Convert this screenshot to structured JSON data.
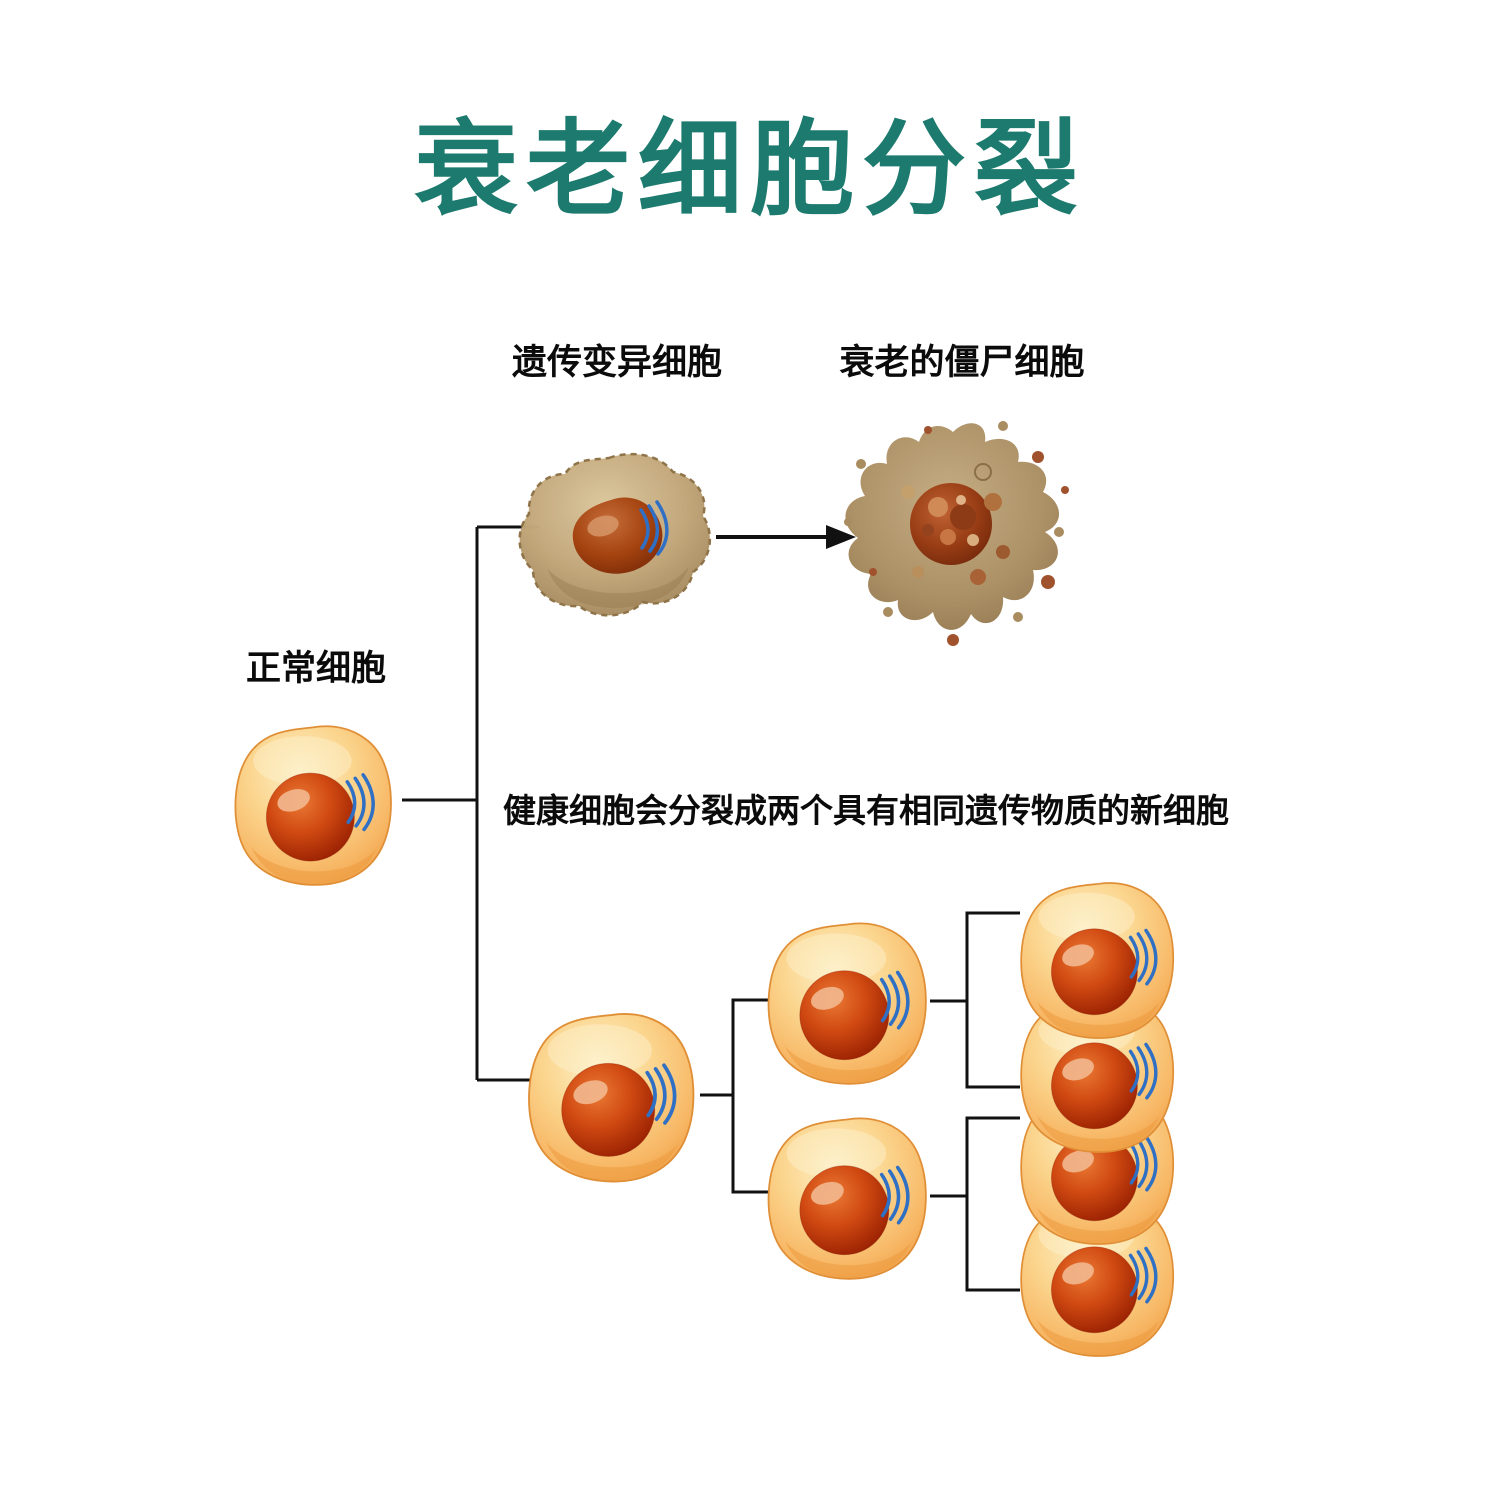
{
  "title": "衰老细胞分裂",
  "labels": {
    "mutant_cell": "遗传变异细胞",
    "zombie_cell": "衰老的僵尸细胞",
    "normal_cell": "正常细胞",
    "division_note": "健康细胞会分裂成两个具有相同遗传物质的新细胞"
  },
  "colors": {
    "title": "#1d7a6e",
    "label_text": "#0b0b0b",
    "connector": "#111111",
    "healthy_cell_body": "#f8bf6f",
    "healthy_cell_nucleus": "#a62604",
    "organelle_blue": "#2f6fc4",
    "mutant_cell_body": "#bda077",
    "zombie_cell_body": "#ac9166",
    "background": "#ffffff"
  }
}
